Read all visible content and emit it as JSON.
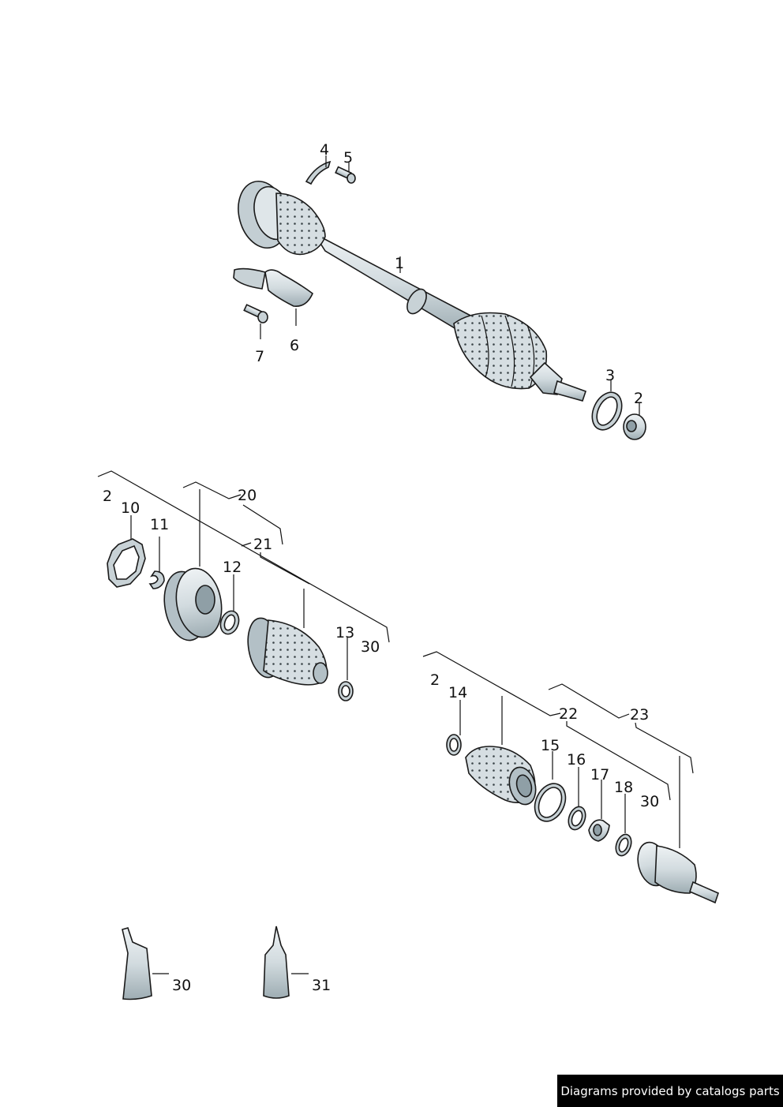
{
  "labels": {
    "p1": "1",
    "p2a": "2",
    "p3": "3",
    "p4": "4",
    "p5": "5",
    "p6": "6",
    "p7": "7",
    "p2b": "2",
    "p10": "10",
    "p11": "11",
    "p12": "12",
    "p13": "13",
    "p20": "20",
    "p21": "21",
    "p30a": "30",
    "p2c": "2",
    "p14": "14",
    "p15": "15",
    "p16": "16",
    "p17": "17",
    "p18": "18",
    "p22": "22",
    "p23": "23",
    "p30b": "30",
    "p30c": "30",
    "p31": "31"
  },
  "credit": "Diagrams provided by catalogs parts",
  "colors": {
    "part_fill": "#d6dee2",
    "part_dark": "#b3c0c6",
    "outline": "#1a1a1a",
    "background": "#ffffff"
  }
}
